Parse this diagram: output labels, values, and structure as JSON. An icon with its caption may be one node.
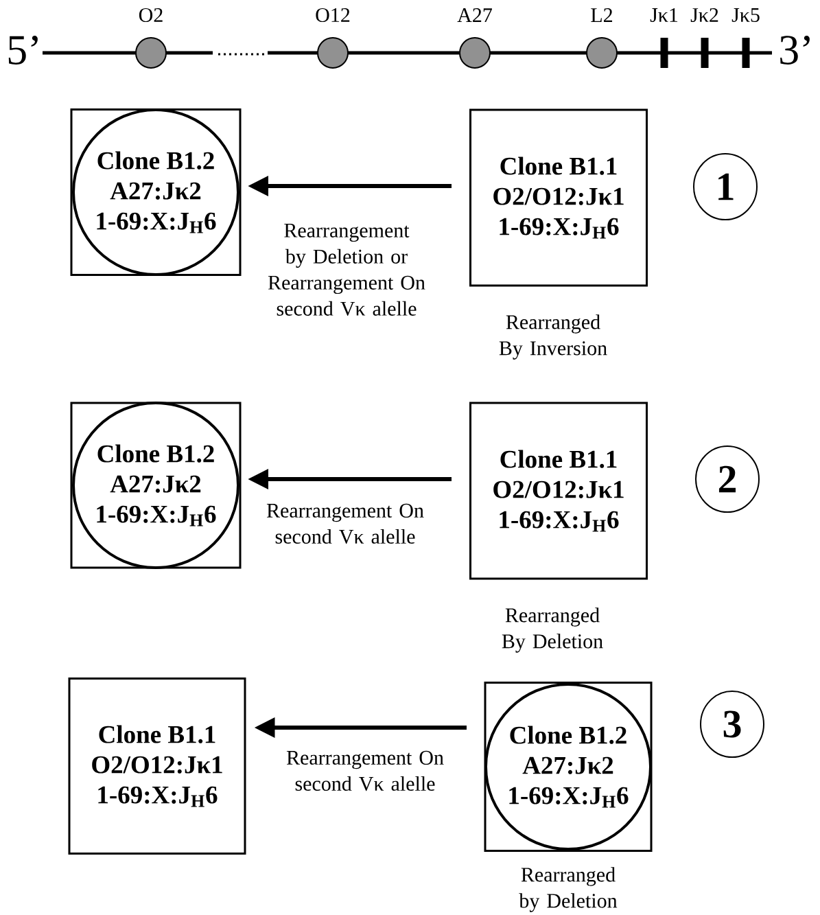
{
  "diagram": {
    "nodes": [
      {
        "text": [
          "O2"
        ]
      },
      {
        "text": [
          "O12"
        ]
      },
      {
        "text": [
          "A27"
        ]
      },
      {
        "text": [
          "L2"
        ]
      },
      {
        "text": [
          "Jκ1"
        ]
      },
      {
        "text": [
          "Jκ2"
        ]
      },
      {
        "text": [
          "Jκ5"
        ]
      },
      {
        "text": [],
        "shape": "box"
      },
      {
        "text": [
          "Clone B1.2",
          "A27:Jκ2",
          "1-69:X:J$_{H}$6"
        ],
        "in": 7
      },
      {
        "text": [
          "Clone B1.1",
          "O2/O12:Jκ1",
          "1-69:X:J$_{H}$6"
        ],
        "beside": [
          "Rearranged By Inversion"
        ]
      },
      {
        "text": [
          "1"
        ]
      },
      {
        "text": [],
        "shape": "box"
      },
      {
        "text": [
          "Clone B1.2",
          "A27:Jκ2",
          "1-69:X:J$_{H}$6"
        ],
        "in": 11
      },
      {
        "text": [
          "Clone B1.1",
          "O2/O12:Jκ1",
          "1-69:X:J$_{H}$6"
        ],
        "beside": [
          "Rearranged By Deletion"
        ]
      },
      {
        "text": [
          "2"
        ]
      },
      {
        "text": [
          "Clone B1.1",
          "O2/O12:Jκ1",
          "1-69:X:J$_{H}$6"
        ]
      },
      {
        "text": [],
        "shape": "box"
      },
      {
        "text": [
          "Clone B1.2",
          "A27:Jκ2",
          "1-69:X:J$_{H}$6"
        ],
        "in": 16,
        "beside": [
          "Rearranged by Deletion"
        ]
      },
      {
        "text": [
          "3"
        ]
      }
    ],
    "edges": [
      {
        "from": 9,
        "to": 8,
        "arrow": "to",
        "label": "Rearrangement by Deletion or Rearrangement On second Vκ alelle"
      },
      {
        "from": 13,
        "to": 12,
        "arrow": "to",
        "label": "Rearrangement On second Vκ alelle"
      },
      {
        "from": 17,
        "to": 15,
        "arrow": "to",
        "label": "Rearrangement On second Vκ alelle"
      }
    ],
    "labels": [
      "5’",
      "3’"
    ]
  }
}
